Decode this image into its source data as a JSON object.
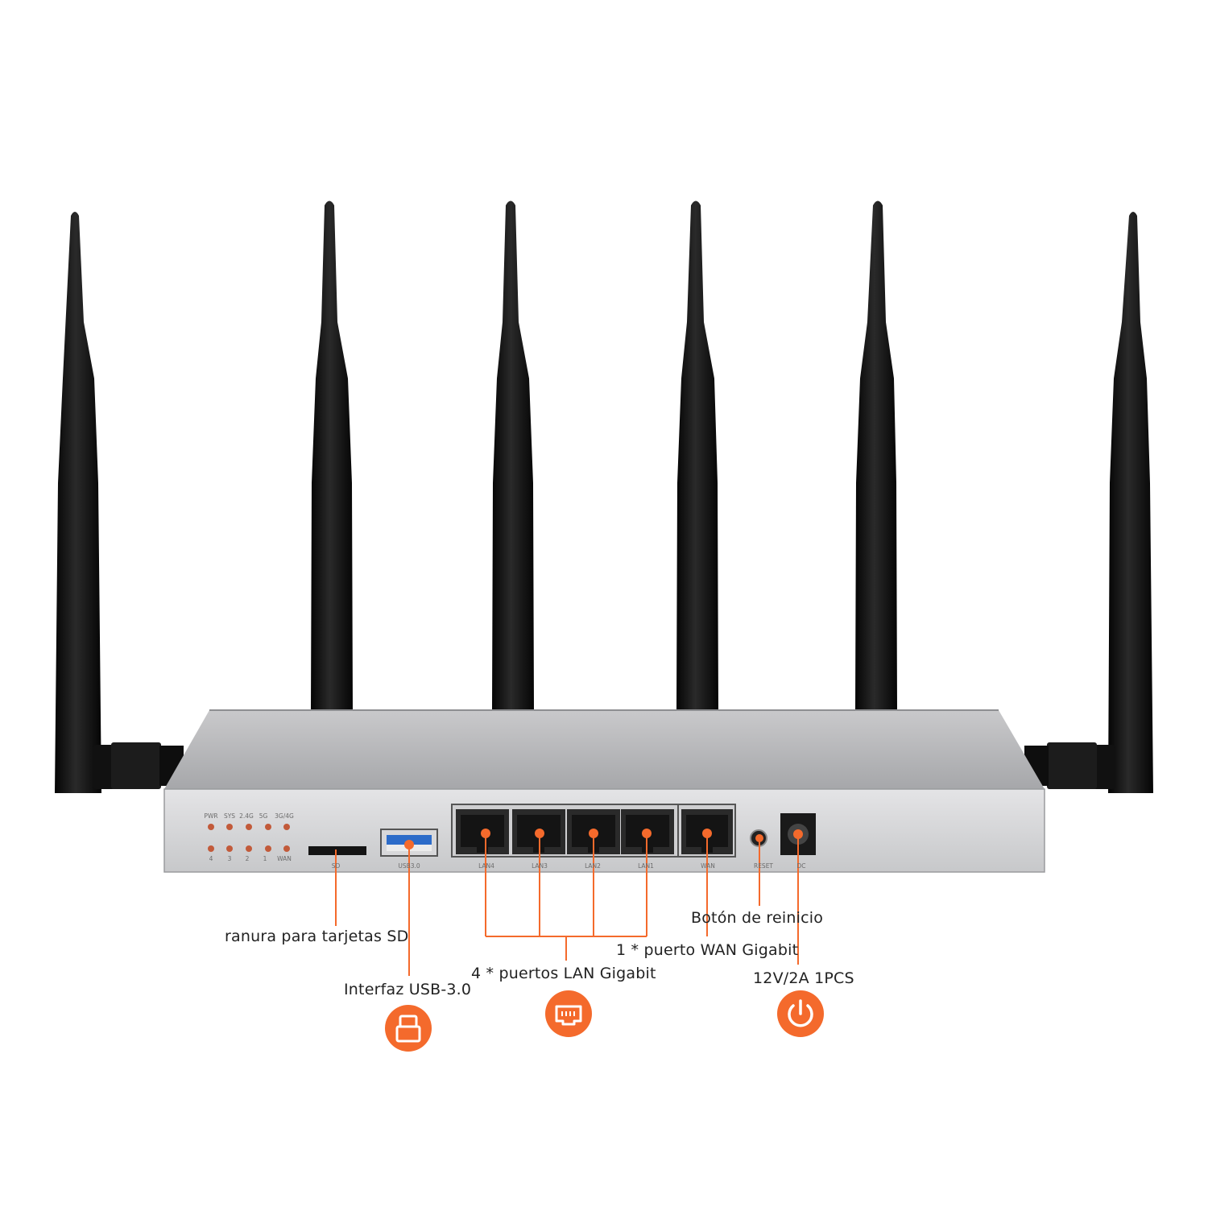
{
  "accent_color": "#f46a2c",
  "led_labels_top": [
    "PWR",
    "SYS",
    "2.4G",
    "5G",
    "3G/4G"
  ],
  "led_labels_bottom": [
    "4",
    "3",
    "2",
    "1",
    "WAN"
  ],
  "ports": {
    "sd": "SD",
    "usb": "USB3.0",
    "lan4": "LAN4",
    "lan3": "LAN3",
    "lan2": "LAN2",
    "lan1": "LAN1",
    "wan": "WAN",
    "reset": "RESET",
    "dc": "DC"
  },
  "callouts": {
    "sd_slot": "ranura para tarjetas SD",
    "usb": "Interfaz USB-3.0",
    "lan": "4 * puertos LAN Gigabit",
    "wan": "1 * puerto WAN Gigabit",
    "reset": "Botón de reinicio",
    "power": "12V/2A 1PCS"
  },
  "icons": {
    "usb": "usb-icon",
    "lan": "ethernet-icon",
    "power": "power-icon"
  }
}
